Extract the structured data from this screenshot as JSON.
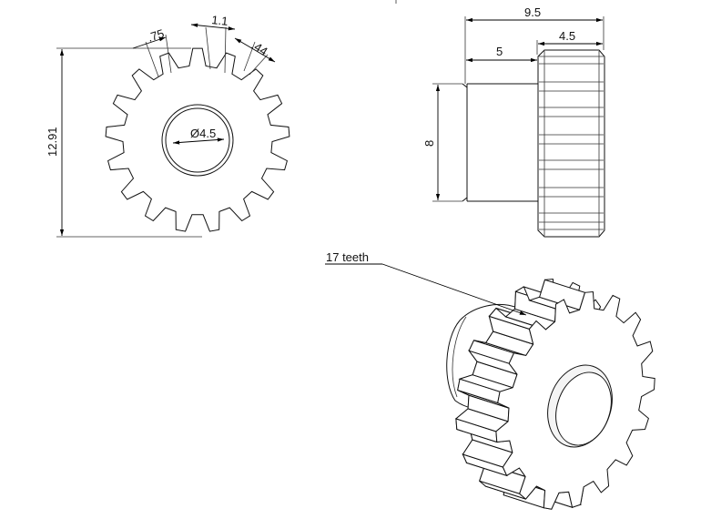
{
  "drawing": {
    "front_view": {
      "outer_height_label": "12.91",
      "bore_label": "Ø4.5",
      "tooth_tip_label": ".75",
      "tooth_width_label": "1.1",
      "tooth_chamfer_label": ".44",
      "teeth_count": 17
    },
    "side_view": {
      "total_length_label": "9.5",
      "hub_length_label": "5",
      "gear_length_label": "4.5",
      "hub_diameter_label": "8"
    },
    "iso_view": {
      "callout_label": "17 teeth"
    }
  }
}
